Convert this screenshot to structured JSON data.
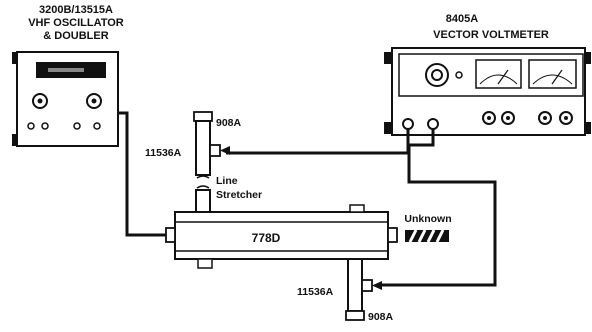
{
  "oscillator": {
    "title_line1": "3200B/13515A",
    "title_line2": "VHF OSCILLATOR",
    "title_line3": "& DOUBLER"
  },
  "voltmeter": {
    "model": "8405A",
    "title": "VECTOR VOLTMETER"
  },
  "upper_tee": {
    "termination": "908A",
    "tee": "11536A"
  },
  "line_stretcher": {
    "line1": "Line",
    "line2": "Stretcher"
  },
  "coupler": {
    "model": "778D"
  },
  "unknown": {
    "label": "Unknown"
  },
  "lower_tee": {
    "tee": "11536A",
    "termination": "908A"
  },
  "colors": {
    "ink": "#111111",
    "paper": "#ffffff"
  }
}
